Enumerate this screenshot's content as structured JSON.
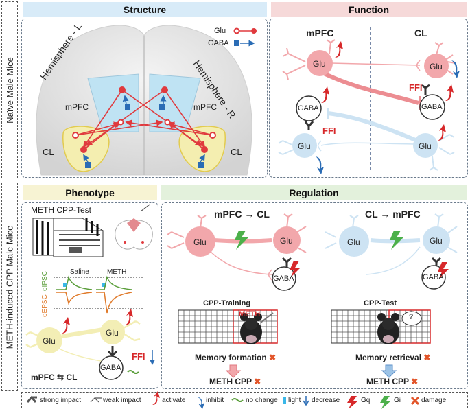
{
  "side_labels": {
    "top": "Naïve Male Mice",
    "bottom": "METH-induced CPP Male Mice"
  },
  "headers": {
    "structure": "Structure",
    "function": "Function",
    "phenotype": "Phenotype",
    "regulation": "Regulation"
  },
  "structure": {
    "hemisphere_left": "Hemisphere - L",
    "hemisphere_right": "Hemisphere - R",
    "mpfc_left": "mPFC",
    "mpfc_right": "mPFC",
    "cl_left": "CL",
    "cl_right": "CL",
    "key_glu": "Glu",
    "key_gaba": "GABA"
  },
  "function": {
    "col_mpfc": "mPFC",
    "col_cl": "CL",
    "glu_mpfc": "Glu",
    "glu_cl": "Glu",
    "gaba_cl": "GABA",
    "ffi_cl": "FFI",
    "gaba_mpfc": "GABA",
    "ffi_mpfc": "FFI",
    "glu_mpfc_lower": "Glu",
    "glu_cl_lower": "Glu"
  },
  "phenotype": {
    "test_label": "METH CPP-Test",
    "saline": "Saline",
    "meth": "METH",
    "axis_oipsc": "oIPSC",
    "axis_oepsc": "oEPSC",
    "glu_a": "Glu",
    "glu_b": "Glu",
    "gaba": "GABA",
    "ffi": "FFI",
    "pathway_left": "mPFC",
    "pathway_symbol": "⇆",
    "pathway_right": "CL"
  },
  "regulation": {
    "left_title": "mPFC → CL",
    "right_title": "CL → mPFC",
    "left_glu_a": "Glu",
    "left_glu_b": "Glu",
    "left_gaba": "GABA",
    "right_glu_a": "Glu",
    "right_glu_b": "Glu",
    "right_gaba": "GABA",
    "training_label": "CPP-Training",
    "meth_box_label": "METH",
    "test_label": "CPP-Test",
    "question_mark": "?",
    "memory_formation": "Memory formation",
    "memory_retrieval": "Memory retrieval",
    "meth_cpp_left": "METH CPP",
    "meth_cpp_right": "METH CPP"
  },
  "legend": [
    {
      "icon": "strong-impact-icon",
      "label": "strong impact"
    },
    {
      "icon": "weak-impact-icon",
      "label": "weak impact"
    },
    {
      "icon": "activate-icon",
      "label": "activate"
    },
    {
      "icon": "inhibit-icon",
      "label": "inhibit"
    },
    {
      "icon": "no-change-icon",
      "label": "no change"
    },
    {
      "icon": "light-icon",
      "label": "light"
    },
    {
      "icon": "decrease-icon",
      "label": "decrease"
    },
    {
      "icon": "gq-icon",
      "label": "Gq"
    },
    {
      "icon": "gi-icon",
      "label": "Gi"
    },
    {
      "icon": "damage-icon",
      "label": "damage"
    }
  ],
  "colors": {
    "glu_red": "#e8747c",
    "glu_red_fill": "#f2a7ab",
    "glu_blue_fill": "#cde3f3",
    "glu_yellow_fill": "#f3eeb5",
    "header_blue": "#d8ebf8",
    "header_pink": "#f6d9d9",
    "header_yellow": "#f7f3d3",
    "header_green": "#e3f1dc",
    "activate_red": "#d7282a",
    "inhibit_blue": "#2a6cb5"
  }
}
